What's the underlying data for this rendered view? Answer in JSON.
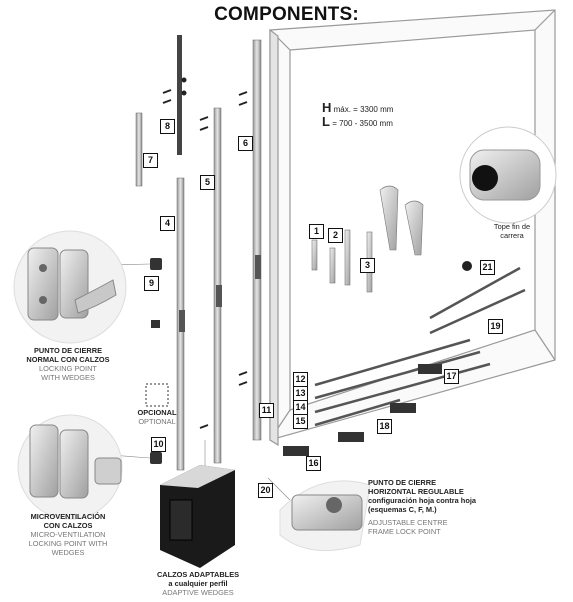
{
  "title": "COMPONENTS:",
  "dimensions": {
    "h_letter": "H",
    "h_text": "máx. = 3300 mm",
    "l_letter": "L",
    "l_text": "= 700 - 3500 mm"
  },
  "part_numbers": [
    "1",
    "2",
    "3",
    "4",
    "5",
    "6",
    "7",
    "8",
    "9",
    "10",
    "11",
    "12",
    "13",
    "14",
    "15",
    "16",
    "17",
    "18",
    "19",
    "20",
    "21"
  ],
  "captions": {
    "locking_point": {
      "es": [
        "PUNTO DE CIERRE",
        "NORMAL CON CALZOS"
      ],
      "en": [
        "LOCKING POINT",
        "WITH WEDGES"
      ]
    },
    "micro_vent": {
      "es": [
        "MICROVENTILACIÓN",
        "CON CALZOS"
      ],
      "en": [
        "MICRO-VENTILATION",
        "LOCKING POINT WITH",
        "WEDGES"
      ]
    },
    "optional": {
      "es": "OPCIONAL",
      "en": "OPTIONAL"
    },
    "adaptive_wedges": {
      "es": [
        "CALZOS ADAPTABLES",
        "a cualquier perfil"
      ],
      "en": "ADAPTIVE WEDGES"
    },
    "centre_lock": {
      "es": [
        "PUNTO DE CIERRE",
        "HORIZONTAL REGULABLE",
        "configuración hoja contra hoja",
        "(esquemas C, F, M.)"
      ],
      "en": [
        "ADJUSTABLE CENTRE",
        "FRAME LOCK POINT"
      ]
    },
    "stop": {
      "es": [
        "Tope fin de",
        "carrera"
      ]
    }
  }
}
